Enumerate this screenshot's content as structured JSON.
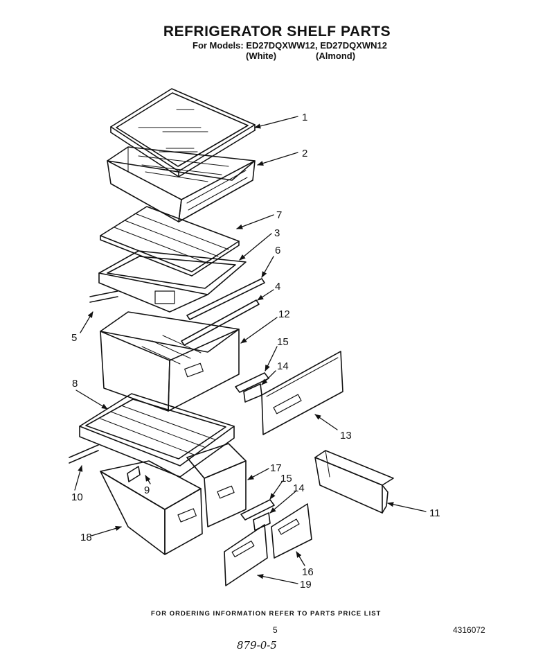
{
  "header": {
    "title": "REFRIGERATOR SHELF PARTS",
    "models": "For Models: ED27DQXWW12, ED27DQXWN12",
    "finish_white": "(White)",
    "finish_almond": "(Almond)"
  },
  "callouts": {
    "c1": "1",
    "c2": "2",
    "c7": "7",
    "c3": "3",
    "c6": "6",
    "c4": "4",
    "c5": "5",
    "c12": "12",
    "c15a": "15",
    "c14a": "14",
    "c13": "13",
    "c8": "8",
    "c17": "17",
    "c15b": "15",
    "c14b": "14",
    "c11": "11",
    "c10": "10",
    "c9": "9",
    "c18": "18",
    "c16": "16",
    "c19": "19"
  },
  "footer": {
    "ordering_note": "FOR ORDERING INFORMATION REFER TO PARTS PRICE LIST",
    "page_number": "5",
    "document_number": "4316072",
    "handwritten_note": "879-0-5"
  }
}
